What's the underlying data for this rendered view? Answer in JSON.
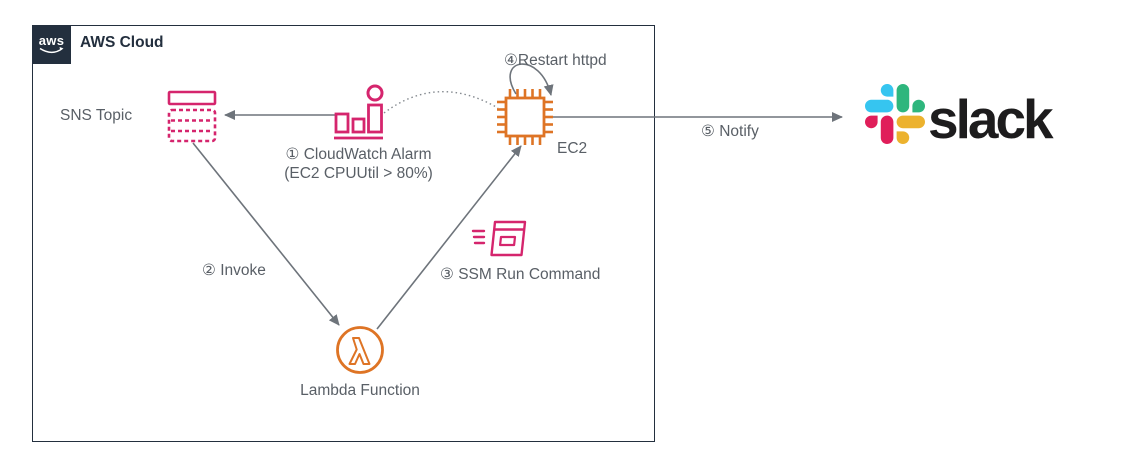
{
  "diagram": {
    "aws_cloud": {
      "logo_text": "aws",
      "label": "AWS Cloud"
    },
    "nodes": {
      "sns": {
        "label": "SNS Topic"
      },
      "cloudwatch": {
        "label": "① CloudWatch Alarm",
        "sublabel": "(EC2 CPUUtil > 80%)"
      },
      "ec2": {
        "label": "EC2"
      },
      "lambda": {
        "label": "Lambda Function"
      },
      "ssm": {
        "label": "③ SSM Run Command"
      },
      "slack": {
        "wordmark": "slack"
      }
    },
    "edges": {
      "alarm_to_sns": {
        "from": "CloudWatch Alarm",
        "to": "SNS Topic"
      },
      "metrics": {
        "from": "EC2",
        "to": "CloudWatch Alarm",
        "style": "dotted"
      },
      "invoke": {
        "label": "② Invoke",
        "from": "SNS Topic",
        "to": "Lambda Function"
      },
      "run_command": {
        "from": "Lambda Function",
        "to": "EC2"
      },
      "restart_httpd": {
        "label": "④Restart httpd",
        "from": "EC2",
        "to": "EC2"
      },
      "notify": {
        "label": "⑤ Notify",
        "from": "EC2",
        "to": "Slack"
      }
    },
    "colors": {
      "pink": "#D5256D",
      "orange": "#DE7425",
      "arrow_gray": "#6E747B",
      "text_gray": "#595F66",
      "aws_navy": "#232F3E",
      "slack_blue": "#36C5F0",
      "slack_green": "#2EB67D",
      "slack_yellow": "#ECB22E",
      "slack_red": "#E01E5A",
      "slack_black": "#1D1C1D"
    }
  }
}
